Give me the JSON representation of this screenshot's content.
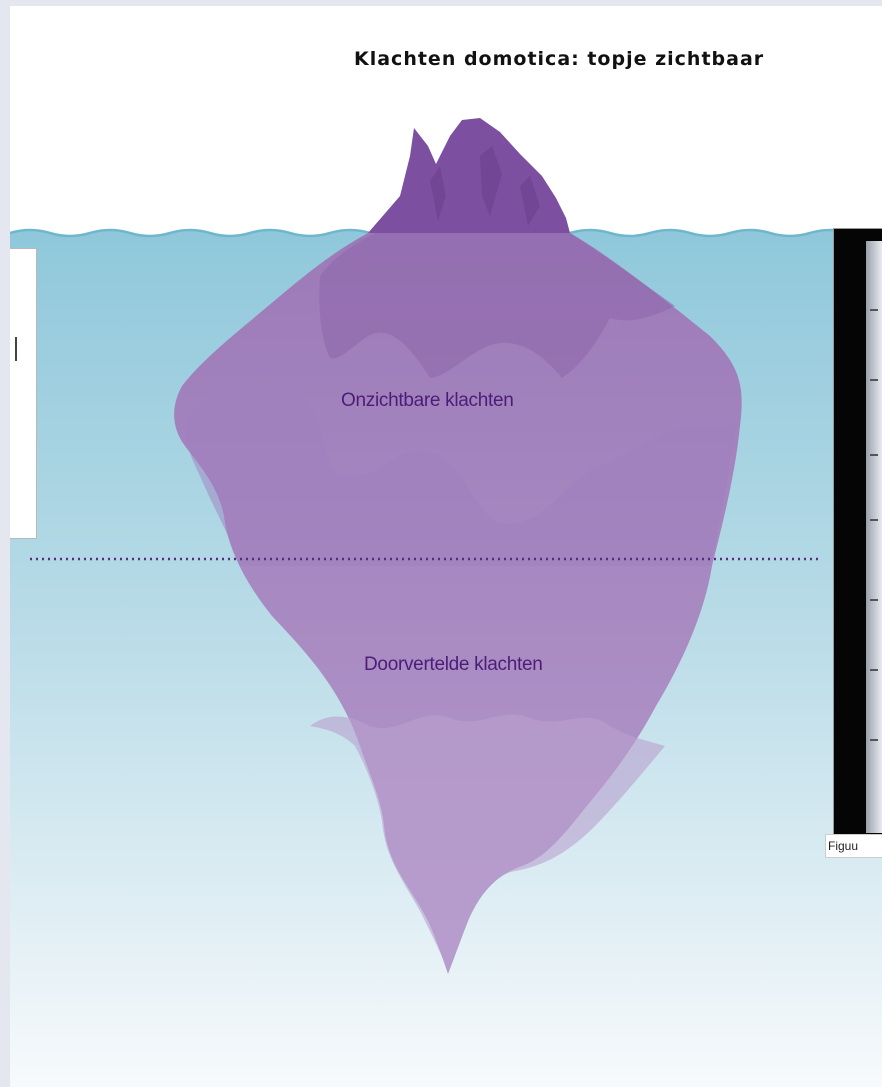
{
  "diagram": {
    "title": "Klachten domotica: topje zichtbaar",
    "levels": [
      {
        "label": "Onzichtbare klachten"
      },
      {
        "label": "Doorvertelde klachten"
      }
    ]
  },
  "figure": {
    "caption": "Figuu"
  },
  "colors": {
    "water_top": "#8fc8db",
    "water_bottom": "#f7fafc",
    "ice_above": "#7d4fa0",
    "ice_below": "#a688bf",
    "ice_shade": "#946fb3",
    "label": "#4c1d78",
    "dotted_line": "#5a2b7d"
  }
}
